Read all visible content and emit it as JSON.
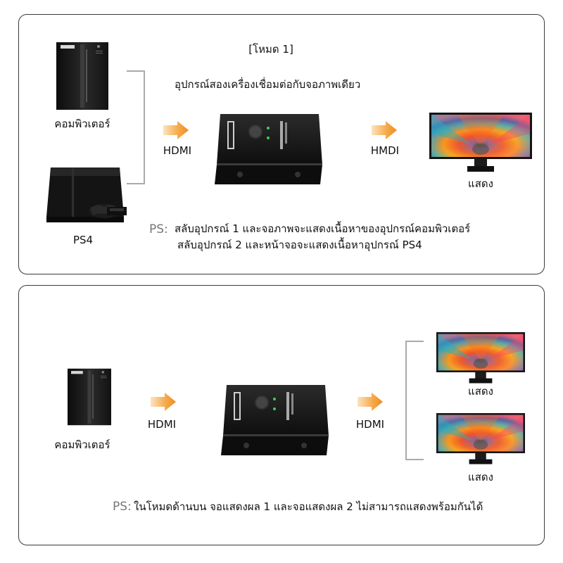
{
  "top": {
    "mode_label": "[โหมด 1]",
    "description": "อุปกรณ์สองเครื่องเชื่อมต่อกับจอภาพเดียว",
    "computer_label": "คอมพิวเตอร์",
    "ps4_label": "PS4",
    "hdmi_left": "HDMI",
    "hdmi_right": "HMDI",
    "display_label": "แสดง",
    "ps_prefix": "PS:",
    "note_line1": "สลับอุปกรณ์ 1 และจอภาพจะแสดงเนื้อหาของอุปกรณ์คอมพิวเตอร์",
    "note_line2": "สลับอุปกรณ์ 2 และหน้าจอจะแสดงเนื้อหาอุปกรณ์ PS4"
  },
  "bottom": {
    "computer_label": "คอมพิวเตอร์",
    "hdmi_left": "HDMI",
    "hdmi_right": "HDMI",
    "display1_label": "แสดง",
    "display2_label": "แสดง",
    "ps_prefix": "PS:",
    "note": "ในโหมดด้านบน จอแสดงผล 1 และจอแสดงผล 2 ไม่สามารถแสดงพร้อมกันได้"
  },
  "colors": {
    "arrow": "#f29a2a",
    "bracket": "#aaaaaa",
    "switch_body": "#161616",
    "border": "#3a3a3a"
  },
  "icons": {
    "computer": "pc-tower-icon",
    "console": "ps4-console-icon",
    "switch": "hdmi-switch-icon",
    "monitor": "monitor-icon",
    "arrow": "arrow-right-icon"
  }
}
